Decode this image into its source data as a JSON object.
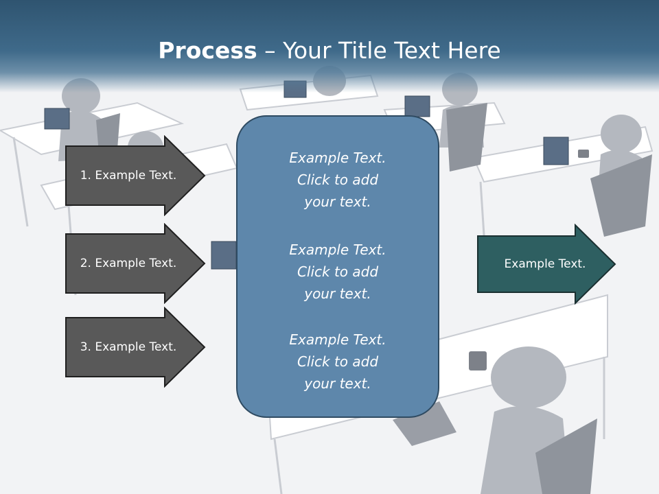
{
  "title": {
    "bold": "Process",
    "rest": " – Your Title Text Here"
  },
  "left_arrows": [
    {
      "label": "1. Example Text."
    },
    {
      "label": "2. Example Text."
    },
    {
      "label": "3. Example Text."
    }
  ],
  "center_box": {
    "blocks": [
      {
        "lines": [
          "Example Text.",
          "Click  to add",
          "your text."
        ]
      },
      {
        "lines": [
          "Example Text.",
          "Click  to add",
          "your text."
        ]
      },
      {
        "lines": [
          "Example Text.",
          "Click  to add",
          "your text."
        ]
      }
    ]
  },
  "right_arrow": {
    "label": "Example Text."
  },
  "colors": {
    "title_band": "#3f6a8a",
    "left_arrow_fill": "#595959",
    "center_box_fill": "#5e87ab",
    "right_arrow_fill": "#2e5f61"
  }
}
